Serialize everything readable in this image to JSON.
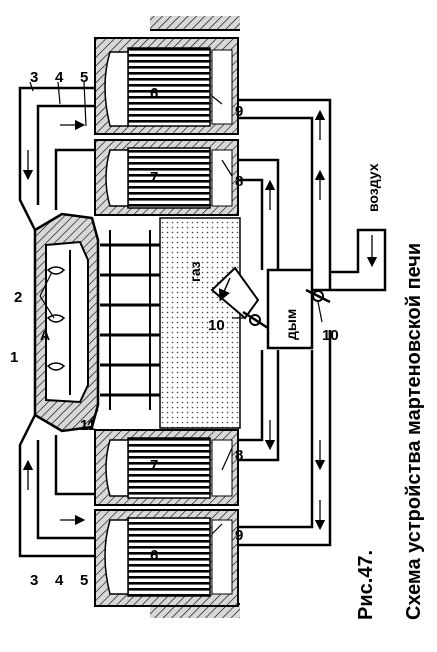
{
  "figure": {
    "number_label": "Рис.47.",
    "caption": "Схема устройства мартеновской печи"
  },
  "labels": {
    "one": "1",
    "two": "2",
    "a": "A",
    "three_top": "3",
    "four_top": "4",
    "five_top": "5",
    "six_top": "6",
    "seven_top": "7",
    "eight_top": "8",
    "nine_top": "9",
    "three_bottom": "3",
    "four_bottom": "4",
    "five_bottom": "5",
    "six_bottom": "6",
    "seven_bottom": "7",
    "eight_bottom": "8",
    "nine_bottom": "9",
    "ten_left": "10",
    "ten_right": "10",
    "eleven": "11",
    "gas": "газ",
    "smoke": "дым",
    "air": "воздух"
  },
  "colors": {
    "ink": "#000000",
    "paper": "#ffffff",
    "masonry": "#9a9a9a"
  }
}
